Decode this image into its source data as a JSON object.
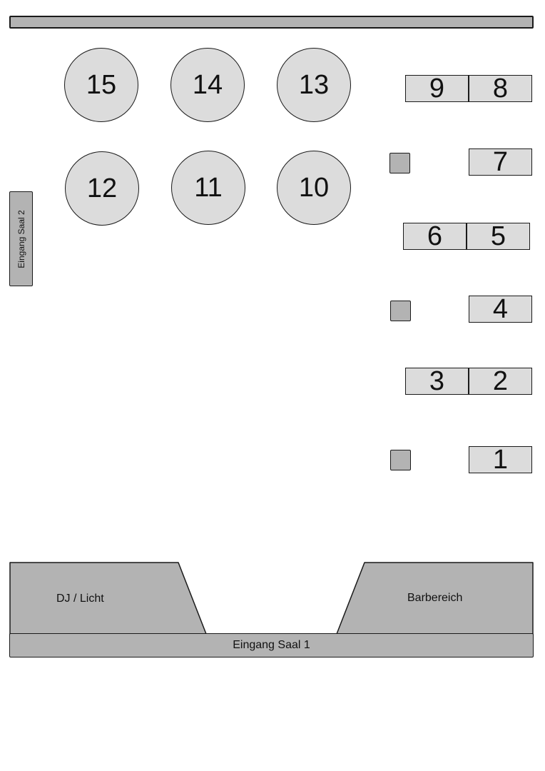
{
  "floor_plan": {
    "round_tables": [
      "15",
      "14",
      "13",
      "12",
      "11",
      "10"
    ],
    "rect_tables": [
      "9",
      "8",
      "7",
      "6",
      "5",
      "4",
      "3",
      "2",
      "1"
    ],
    "areas": {
      "dj": "DJ / Licht",
      "bar": "Barbereich"
    },
    "entrances": {
      "saal_1": "Eingang Saal 1",
      "saal_2": "Eingang Saal 2"
    },
    "colors": {
      "wall": "#b3b3b3",
      "table": "#dcdcdc",
      "outline": "#1a1a1a"
    }
  }
}
